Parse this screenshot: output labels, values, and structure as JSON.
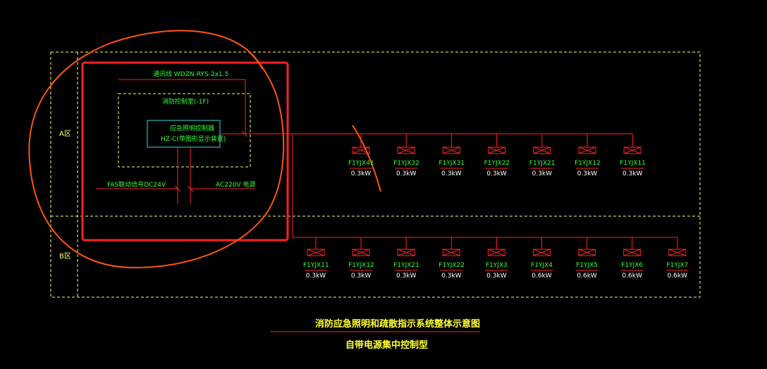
{
  "zones": {
    "a": "A区",
    "b": "B区"
  },
  "cable_label": "通讯线 WDZN-RYS-2x1.5",
  "control_room_label": "消防控制室(-1F)",
  "controller": {
    "line1": "应急照明控制器",
    "line2": "HZ-C(带图形显示装置)"
  },
  "signal_left": "FAS联动信号DC24V",
  "signal_right": "AC220V 电源",
  "row_a": [
    {
      "id": "F1YJX41",
      "power": "0.3kW"
    },
    {
      "id": "F1YJX32",
      "power": "0.3kW"
    },
    {
      "id": "F1YJX31",
      "power": "0.3kW"
    },
    {
      "id": "F1YJX22",
      "power": "0.3kW"
    },
    {
      "id": "F1YJX21",
      "power": "0.3kW"
    },
    {
      "id": "F1YJX12",
      "power": "0.3kW"
    },
    {
      "id": "F1YJX11",
      "power": "0.3kW"
    }
  ],
  "row_b": [
    {
      "id": "F1YJX11",
      "power": "0.3kW"
    },
    {
      "id": "F1YJX12",
      "power": "0.3kW"
    },
    {
      "id": "F1YJX21",
      "power": "0.3kW"
    },
    {
      "id": "F1YJX22",
      "power": "0.3kW"
    },
    {
      "id": "F1YJX3",
      "power": "0.3kW"
    },
    {
      "id": "F1YJX4",
      "power": "0.6kW"
    },
    {
      "id": "F1YJX5",
      "power": "0.6kW"
    },
    {
      "id": "F1YJX6",
      "power": "0.6kW"
    },
    {
      "id": "F1YJX7",
      "power": "0.6kW"
    }
  ],
  "title": "消防应急照明和疏散指示系统整体示意图",
  "subtitle": "自带电源集中控制型",
  "colors": {
    "line": "#ff2222",
    "dash": "#ffff66",
    "text": "#33ff33",
    "box": "#33dddd",
    "highlight": "#ff2020",
    "annotation": "#ff5511"
  }
}
